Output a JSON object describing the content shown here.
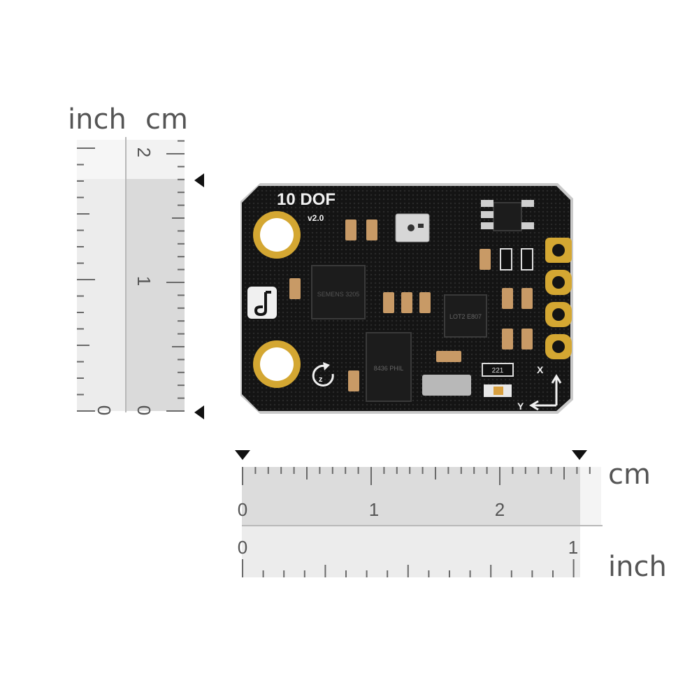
{
  "labels": {
    "left_inch": "inch",
    "left_cm": "cm",
    "bottom_cm": "cm",
    "bottom_inch": "inch"
  },
  "vertical_ruler": {
    "cm_numbers": [
      "2",
      "1",
      "0"
    ],
    "inch_numbers": [
      "0"
    ]
  },
  "horizontal_ruler": {
    "cm_numbers": [
      "0",
      "1",
      "2"
    ],
    "inch_numbers": [
      "0",
      "1"
    ]
  },
  "board": {
    "title": "10 DOF",
    "version": "v2.0",
    "axis_x": "X",
    "axis_y": "Y",
    "chip_text_1": "SEMENS 3205",
    "chip_text_2": "LOT2 E807",
    "chip_text_3": "8436 PHIL",
    "resistor_code": "221"
  },
  "colors": {
    "pcb": "#141414",
    "gold": "#d4a732",
    "ruler_light": "#ebebeb",
    "ruler_dark": "#dcdcdc"
  }
}
